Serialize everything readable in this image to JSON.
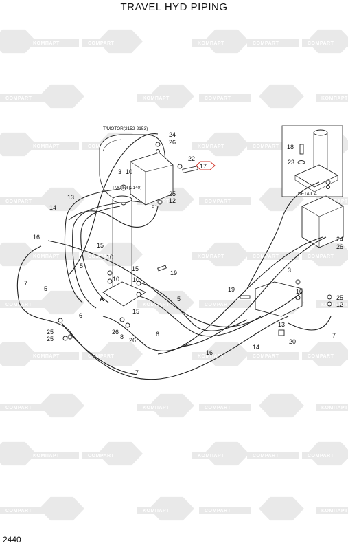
{
  "title": "TRAVEL HYD PIPING",
  "page_number": "2440",
  "watermark_texts": [
    "KOMПАРТ",
    "COMPART"
  ],
  "callouts": {
    "tmotor": "T/MOTOR(2152-2153)",
    "tjoint": "T/JOINT(2140)",
    "detail_a": "DETAIL A",
    "view_a": "A",
    "p1": "P1"
  },
  "highlight_color": "#d43a2f",
  "part_labels": [
    "24",
    "26",
    "22",
    "17",
    "3",
    "10",
    "25",
    "12",
    "13",
    "14",
    "16",
    "15",
    "10",
    "5",
    "7",
    "5",
    "10",
    "15",
    "19",
    "10",
    "15",
    "5",
    "A",
    "6",
    "26",
    "8",
    "26",
    "6",
    "25",
    "25",
    "16",
    "7",
    "3",
    "10",
    "19",
    "24",
    "26",
    "13",
    "14",
    "20",
    "7",
    "25",
    "12",
    "18",
    "23"
  ]
}
